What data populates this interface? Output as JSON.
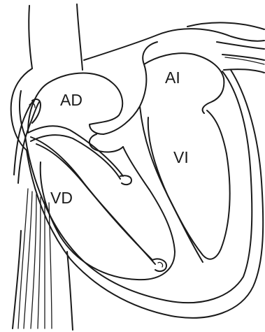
{
  "diagram": {
    "labels": {
      "ad": "AD",
      "ai": "AI",
      "vd": "VD",
      "vi": "VI"
    }
  }
}
